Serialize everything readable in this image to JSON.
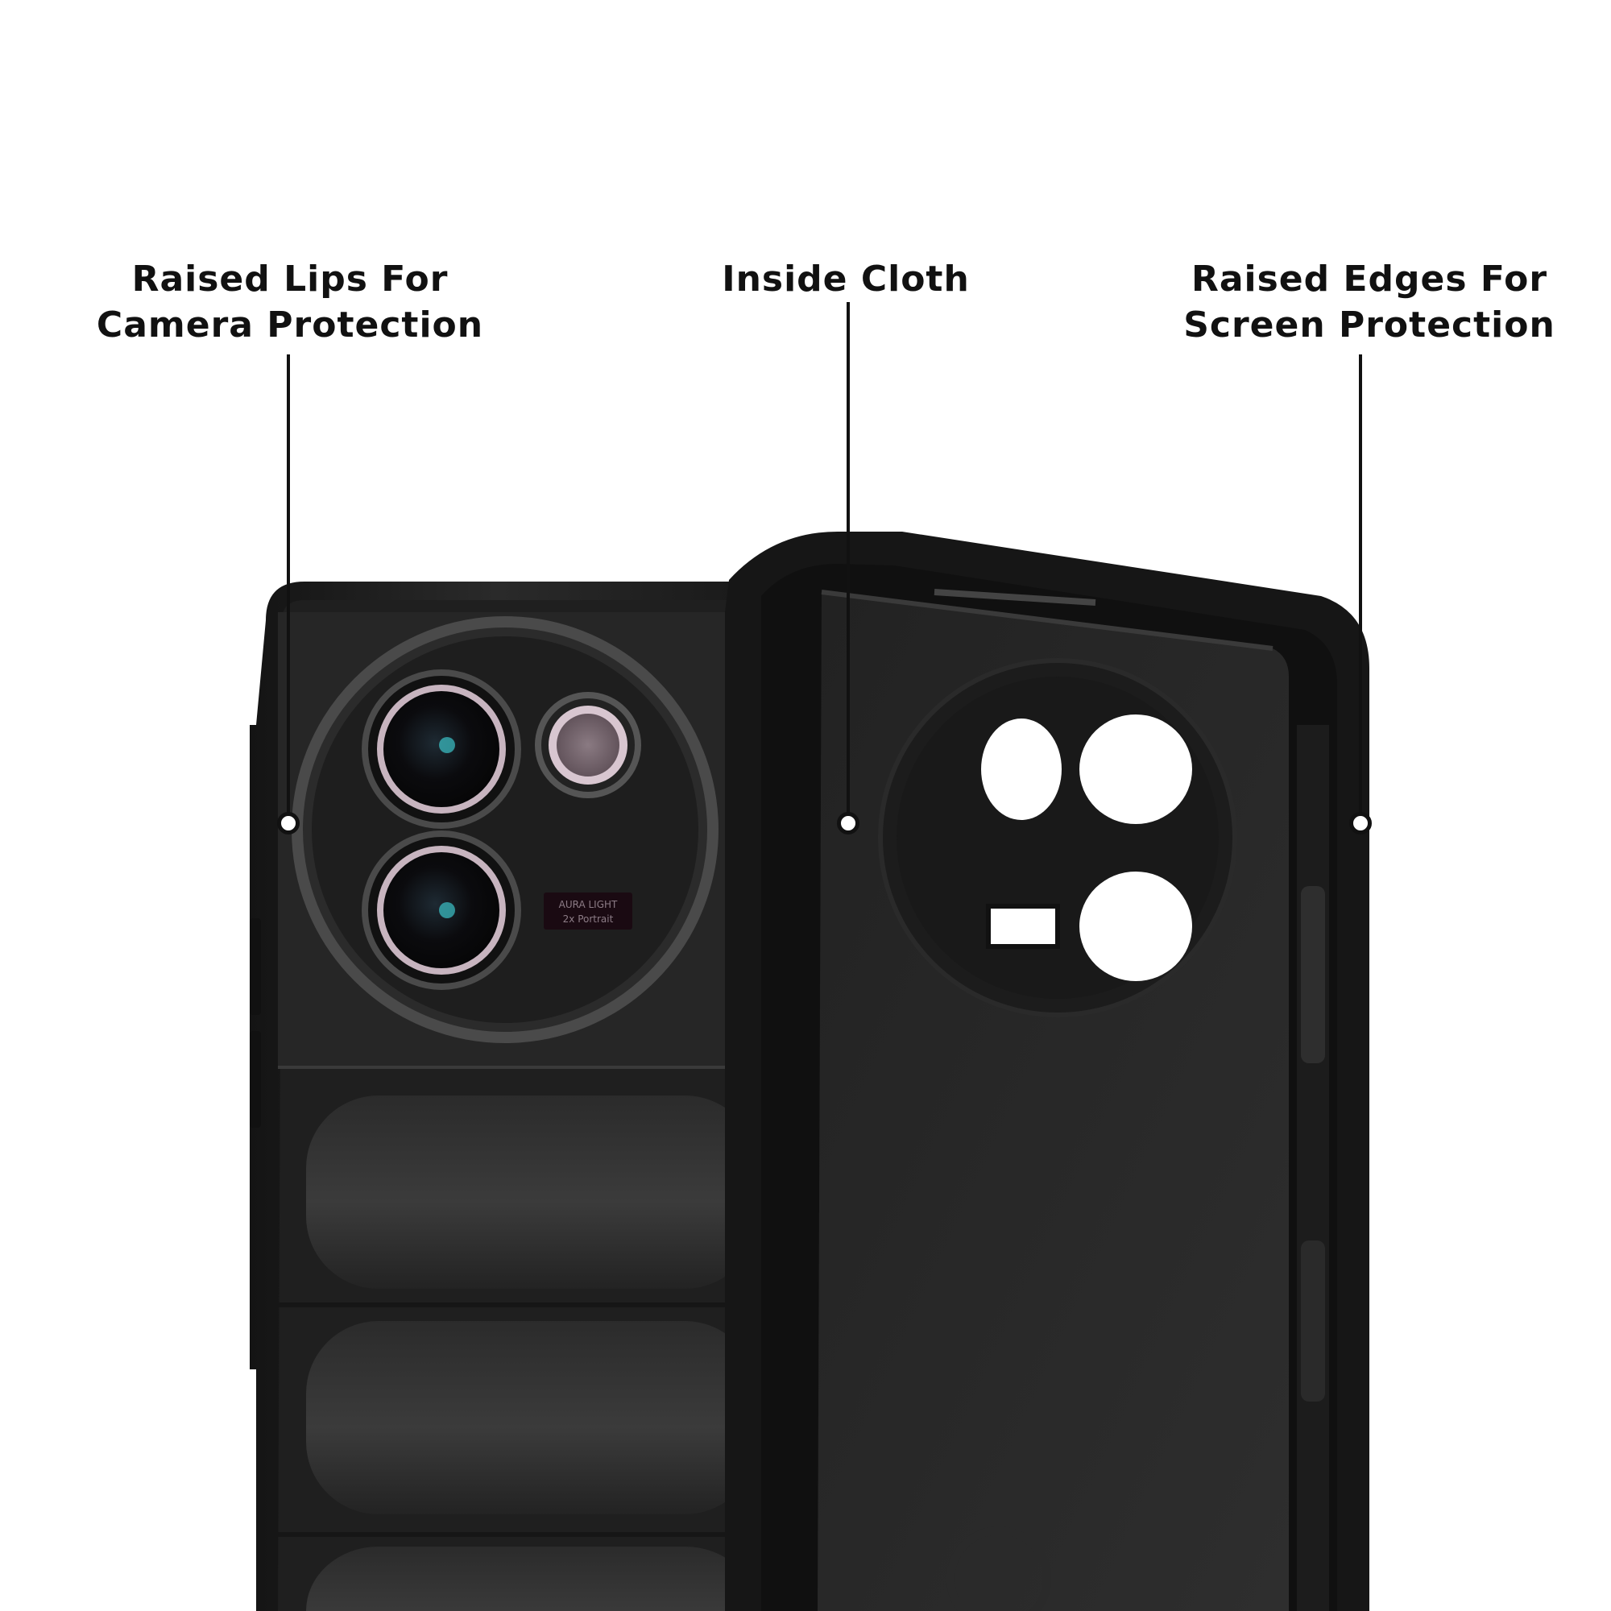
{
  "callouts": [
    {
      "id": "camera",
      "line1": "Raised Lips For",
      "line2": "Camera Protection"
    },
    {
      "id": "cloth",
      "line1": "Inside Cloth",
      "line2": ""
    },
    {
      "id": "screen",
      "line1": "Raised Edges For",
      "line2": "Screen Protection"
    }
  ],
  "lens_badge": {
    "line1": "AURA LIGHT",
    "line2": "2x Portrait"
  },
  "colors": {
    "case": "#1c1c1c",
    "case_highlight": "#3a3a3a",
    "ink": "#111111",
    "background": "#ffffff",
    "lens_ring": "#d8c6d0"
  }
}
